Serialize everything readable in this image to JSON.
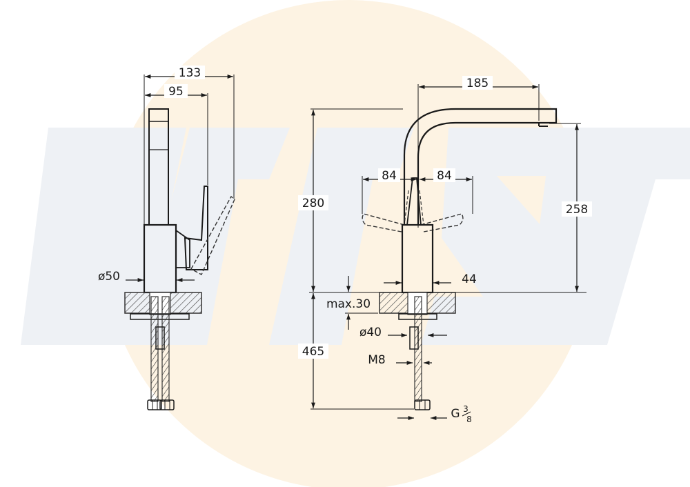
{
  "colors": {
    "watermark_circle": "#fdf3e3",
    "watermark_letters": "#eef1f5",
    "line": "#1a1a1a",
    "hatch": "#555555"
  },
  "side_view": {
    "dim_total_depth": "133",
    "dim_spout_depth": "95",
    "dim_body_diameter": "ø50"
  },
  "front_view": {
    "dim_spout_reach": "185",
    "dim_lever_left": "84",
    "dim_lever_right": "84",
    "dim_total_height": "280",
    "dim_outlet_height": "258",
    "dim_body_width": "44",
    "dim_max_thickness": "max.30",
    "dim_hole_diameter": "ø40",
    "dim_below_counter": "465",
    "dim_rod_thread": "M8",
    "dim_connection_prefix": "G",
    "dim_connection_num": "3",
    "dim_connection_den": "8"
  }
}
